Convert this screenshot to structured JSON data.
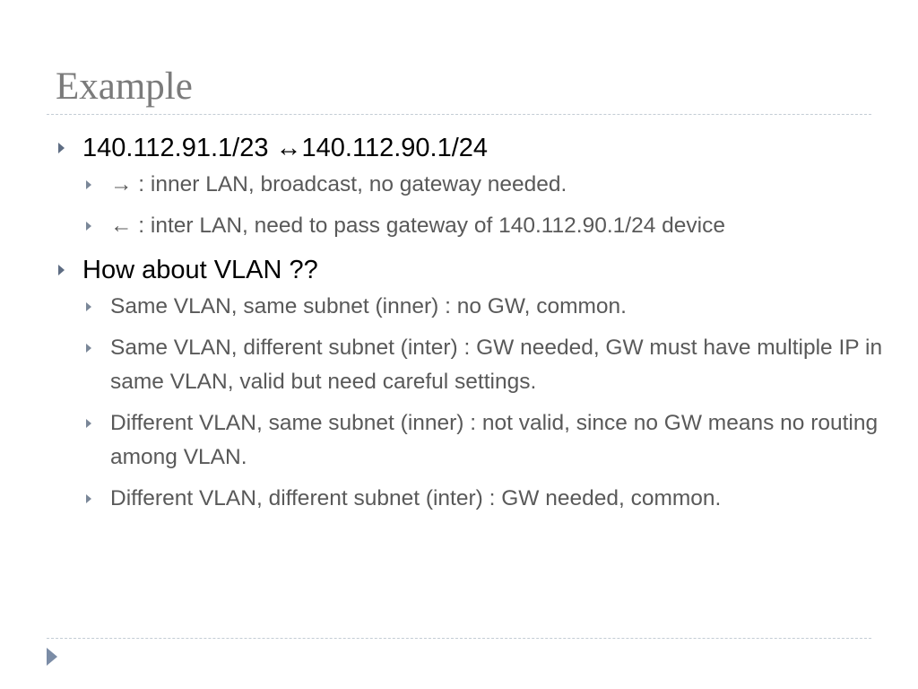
{
  "slide": {
    "title": "Example",
    "bullets": [
      {
        "text": "140.112.91.1/23 ↔140.112.90.1/24",
        "sub": [
          "→ : inner LAN, broadcast, no gateway needed.",
          "← : inter LAN, need to pass gateway of 140.112.90.1/24 device"
        ]
      },
      {
        "text": "How about VLAN ??",
        "sub": [
          "Same VLAN, same subnet (inner) : no GW, common.",
          "Same VLAN, different subnet (inter) : GW needed, GW must have multiple IP in same VLAN, valid but need careful settings.",
          "Different VLAN, same subnet (inner) : not valid, since no GW means no routing among VLAN.",
          "Different VLAN, different subnet (inter) : GW needed, common."
        ]
      }
    ]
  },
  "colors": {
    "title": "#7b7b7b",
    "body_level1": "#000000",
    "body_level2": "#595959",
    "bullet": "#5e6d83",
    "rule": "#c3ccd4"
  },
  "icons": {
    "bullet": "triangle-right-icon",
    "nav": "play-arrow-icon"
  }
}
